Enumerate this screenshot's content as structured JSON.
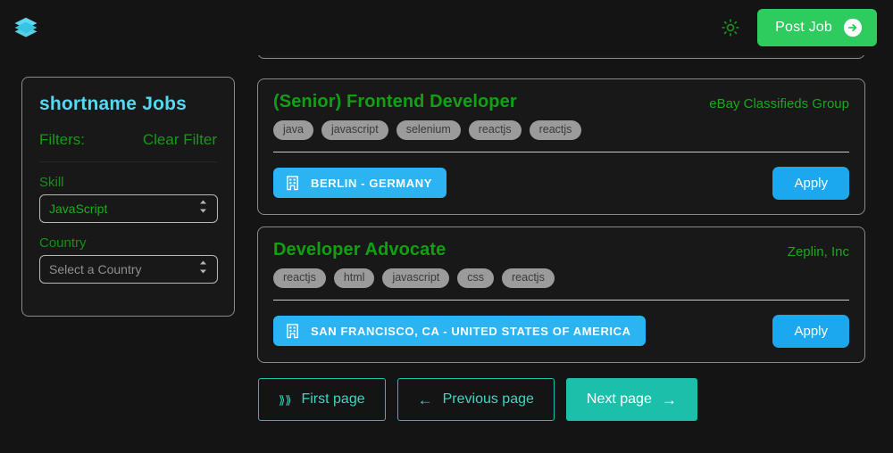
{
  "header": {
    "logo_icon": "layers-stack-icon",
    "logo_color": "#5ED8F0",
    "theme_toggle_icon": "sun-icon",
    "theme_toggle_color": "#1E8A1E",
    "post_job_label": "Post Job",
    "post_job_icon": "arrow-right-circle-icon",
    "post_job_color": "#2ECC5F"
  },
  "sidebar": {
    "title": "shortname Jobs",
    "filters_label": "Filters:",
    "clear_filter_label": "Clear Filter",
    "accent_color": "#169A16",
    "title_color": "#57D8F2",
    "fields": [
      {
        "label": "Skill",
        "value": "JavaScript",
        "is_placeholder": false,
        "stepper_icon": "chevron-up-down-icon"
      },
      {
        "label": "Country",
        "value": "Select a Country",
        "is_placeholder": true,
        "stepper_icon": "chevron-up-down-icon"
      }
    ]
  },
  "jobs": [
    {
      "title": "(Senior) Frontend Developer",
      "company": "eBay Classifieds Group",
      "tags": [
        "java",
        "javascript",
        "selenium",
        "reactjs",
        "reactjs"
      ],
      "location": "BERLIN - GERMANY",
      "location_icon": "building-icon",
      "apply_label": "Apply"
    },
    {
      "title": "Developer Advocate",
      "company": "Zeplin, Inc",
      "tags": [
        "reactjs",
        "html",
        "javascript",
        "css",
        "reactjs"
      ],
      "location": "SAN FRANCISCO, CA - UNITED STATES OF AMERICA",
      "location_icon": "building-icon",
      "apply_label": "Apply"
    }
  ],
  "pagination": {
    "first_label": "First page",
    "first_icon": "double-chevron-left-icon",
    "previous_label": "Previous page",
    "previous_icon": "arrow-left-icon",
    "next_label": "Next page",
    "next_icon": "arrow-right-icon",
    "accent_color": "#1BBFAA"
  },
  "colors": {
    "background": "#141414",
    "card_background": "#181818",
    "card_border": "#8a8a8a",
    "tag_background": "#9b9b9b",
    "location_badge": "#2BB3F2",
    "apply_button": "#1BA8EE"
  }
}
